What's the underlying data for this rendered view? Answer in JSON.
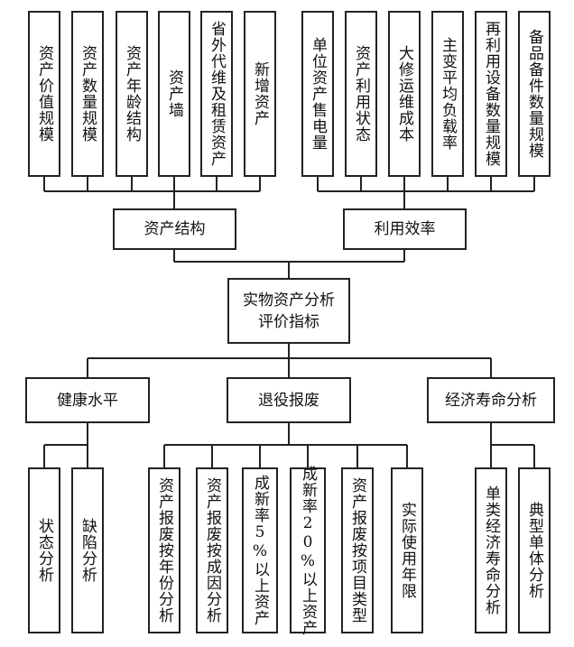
{
  "root": {
    "label": "实物资产分析\n评价指标"
  },
  "upper_groups": [
    {
      "label": "资产结构",
      "leaves": [
        "资产价值规模",
        "资产数量规模",
        "资产年龄结构",
        "资产墙",
        "省外代维及租赁资产",
        "新增资产"
      ]
    },
    {
      "label": "利用效率",
      "leaves": [
        "单位资产售电量",
        "资产利用状态",
        "大修运维成本",
        "主变平均负载率",
        "再利用设备数量规模",
        "备品备件数量规模"
      ]
    }
  ],
  "lower_groups": [
    {
      "label": "健康水平",
      "leaves": [
        "状态分析",
        "缺陷分析"
      ]
    },
    {
      "label": "退役报废",
      "leaves": [
        "资产报废按年份分析",
        "资产报废按成因分析",
        "成新率5%以上资产",
        "成新率20%以上资产",
        "资产报废按项目类型",
        "实际使用年限"
      ]
    },
    {
      "label": "经济寿命分析",
      "leaves": [
        "单类经济寿命分析",
        "典型单体分析"
      ]
    }
  ]
}
